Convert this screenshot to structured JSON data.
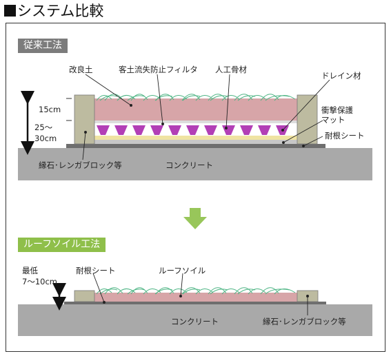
{
  "title": "システム比較",
  "conventional": {
    "badge": "従来工法",
    "labels": {
      "improved_soil": "改良土",
      "filter": "客土流失防止フィルタ",
      "aggregate": "人工骨材",
      "drain": "ドレイン材",
      "shock_mat": "衝撃保護\nマット",
      "root_sheet": "耐根シート",
      "depth_15": "15cm",
      "depth_total": "25～\n30cm",
      "edging": "縁石･レンガブロック等",
      "concrete": "コンクリート"
    }
  },
  "roof_soil": {
    "badge": "ルーフソイル工法",
    "labels": {
      "min_depth": "最低\n7～10cm",
      "root_sheet": "耐根シート",
      "roof_soil": "ルーフソイル",
      "concrete": "コンクリート",
      "edging": "縁石･レンガブロック等"
    }
  },
  "colors": {
    "soil": "#d7a5a8",
    "aggregate": "#b23fb6",
    "grass": "#4fb585",
    "concrete": "#a9a9a9",
    "edging": "#bdbba0",
    "arrow": "#98c65a",
    "badge_gray": "#7c7c7c",
    "badge_green": "#8fbf4a"
  }
}
